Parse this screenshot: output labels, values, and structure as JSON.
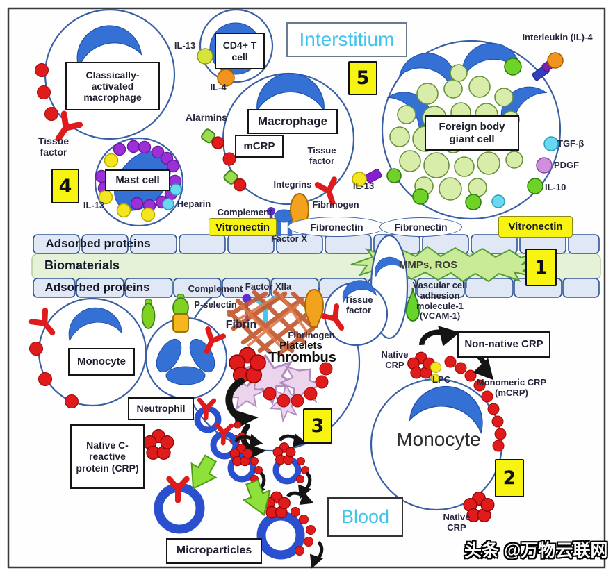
{
  "regions": {
    "interstitium": "Interstitium",
    "blood": "Blood"
  },
  "markers": {
    "n1": "1",
    "n2": "2",
    "n3": "3",
    "n4": "4",
    "n5": "5"
  },
  "cells": {
    "cam": "Classically-activated macrophage",
    "mast": "Mast cell",
    "cd4": "CD4+ T cell",
    "macrophage": "Macrophage",
    "fbgc": "Foreign body giant cell",
    "monocyte_left": "Monocyte",
    "neutrophil": "Neutrophil",
    "monocyte_right": "Monocyte"
  },
  "labels": {
    "tissue_factor_left": "Tissue factor",
    "il13_mast": "IL-13",
    "heparin": "Heparin",
    "il13_tcell": "IL-13",
    "il4_tcell": "IL-4",
    "alarmins": "Alarmins",
    "mcrp": "mCRP",
    "tissue_factor_macrophage": "Tissue factor",
    "il13_fbgc": "IL-13",
    "interleukin_il4": "Interleukin (IL)-4",
    "tgf_beta": "TGF-β",
    "pdgf": "PDGF",
    "il10": "IL-10",
    "integrins": "Integrins",
    "complement_top": "Complement",
    "vitronectin_left": "Vitronectin",
    "vitronectin_right": "Vitronectin",
    "fibrinogen_top": "Fibrinogen",
    "fibronectin_left": "Fibronectin",
    "fibronectin_right": "Fibronectin",
    "factor_x": "Factor X",
    "adsorbed_proteins_top": "Adsorbed proteins",
    "biomaterials": "Biomaterials",
    "adsorbed_proteins_bottom": "Adsorbed proteins",
    "mmps_ros": "MMPs, ROS",
    "vcam": "Vascular cell adhesion molecule-1 (VCAM-1)",
    "complement_bottom": "Complement",
    "p_selectin": "P-selectin",
    "factor_xiia": "Factor XIIa",
    "fibrin": "Fibrin",
    "fibrinogen_bottom": "Fibrinogen",
    "platelets": "Platelets",
    "thrombus": "Thrombus",
    "tissue_factor_thrombus": "Tissue factor",
    "native_crp_full": "Native C-reactive protein (CRP)",
    "native_crp_mid": "Native CRP",
    "lpc": "LPC",
    "non_native_crp": "Non-native CRP",
    "monomeric_crp": "Monomeric CRP (mCRP)",
    "native_crp_bottom": "Native CRP",
    "microparticles": "Microparticles"
  },
  "watermark": "头条 @万物云联网"
}
